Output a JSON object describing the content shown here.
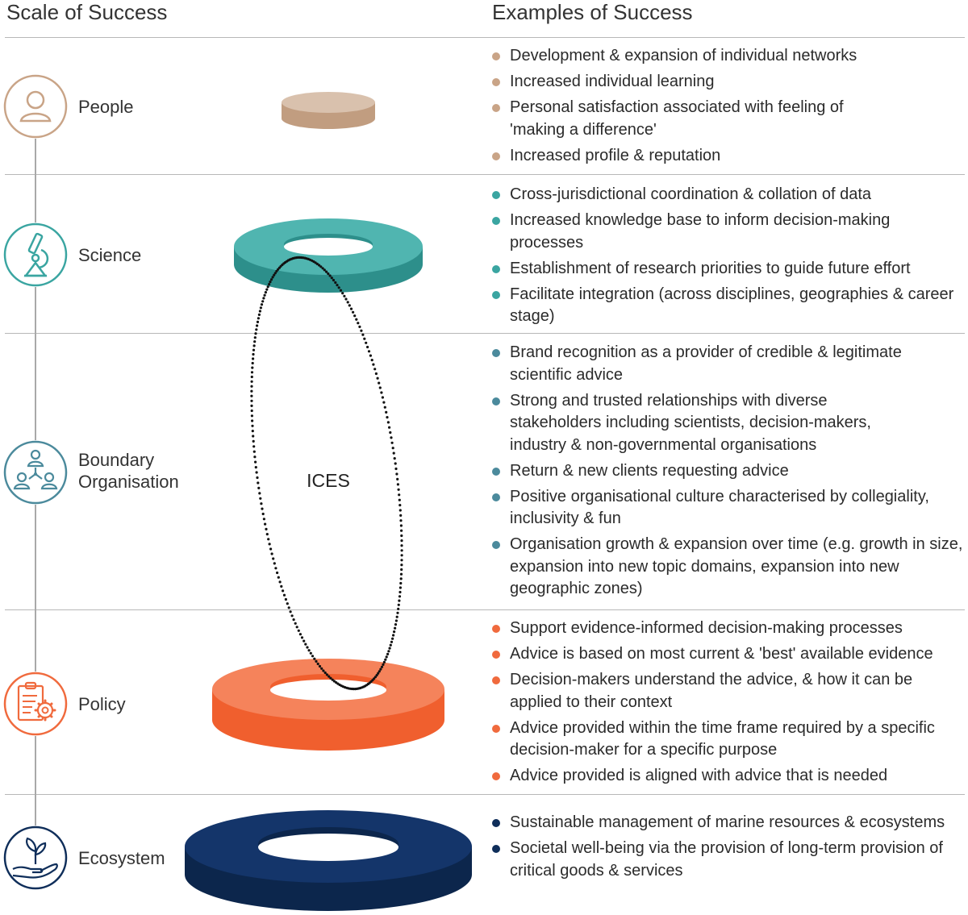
{
  "headers": {
    "scale": "Scale of Success",
    "examples": "Examples of Success"
  },
  "colors": {
    "people": "#c9a487",
    "science": "#3aa5a1",
    "boundary": "#4b8a9c",
    "policy": "#f06a3d",
    "ecosystem": "#0f2e5a",
    "line": "#a9a9a9"
  },
  "ellipse_label": "ICES",
  "rows": [
    {
      "label": "People",
      "icon": "person-icon",
      "bullets": [
        "Development & expansion of individual networks",
        "Increased individual learning",
        "Personal satisfaction associated with feeling of 'making a difference'",
        "Increased profile & reputation"
      ]
    },
    {
      "label": "Science",
      "icon": "microscope-icon",
      "bullets": [
        "Cross-jurisdictional coordination & collation of data",
        "Increased knowledge base to inform decision-making processes",
        "Establishment of research priorities to guide future effort",
        "Facilitate integration (across disciplines, geographies & career stage)"
      ]
    },
    {
      "label": "Boundary Organisation",
      "icon": "network-people-icon",
      "bullets": [
        "Brand recognition as a provider of credible & legitimate scientific advice",
        "Strong and trusted relationships with diverse stakeholders including scientists, decision-makers, industry & non-governmental organisations",
        "Return & new clients requesting advice",
        "Positive organisational culture characterised by collegiality, inclusivity & fun",
        "Organisation growth & expansion over time (e.g. growth in size, expansion into new topic domains, expansion into new geographic zones)"
      ]
    },
    {
      "label": "Policy",
      "icon": "clipboard-gear-icon",
      "bullets": [
        "Support evidence-informed decision-making processes",
        "Advice is based on most current & 'best' available evidence",
        "Decision-makers understand the advice, & how it can be applied to their context",
        "Advice provided within the time frame required by a specific decision-maker for a specific purpose",
        "Advice provided is aligned with advice that is needed"
      ]
    },
    {
      "label": "Ecosystem",
      "icon": "plant-hand-icon",
      "bullets": [
        "Sustainable management of marine resources & ecosystems",
        "Societal well-being via the provision of long-term provision of critical goods & services"
      ]
    }
  ]
}
